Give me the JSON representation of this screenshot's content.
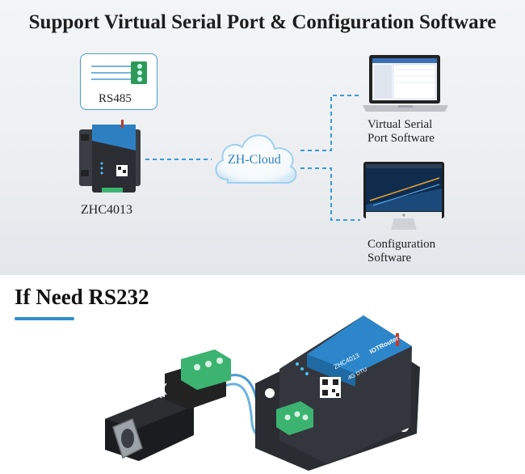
{
  "header": {
    "title": "Support Virtual Serial Port & Configuration Software"
  },
  "diagram": {
    "rs485_label": "RS485",
    "device_label": "ZHC4013",
    "cloud_label": "ZH-Cloud",
    "laptop_label_line1": "Virtual Serial",
    "laptop_label_line2": "Port Software",
    "desktop_label_line1": "Configuration",
    "desktop_label_line2": "Software"
  },
  "device_markings": {
    "brand": "IOTRouter",
    "model": "ZHC4013",
    "type": "4G DTU"
  },
  "section": {
    "title": "If Need RS232"
  },
  "colors": {
    "accent": "#2f8fce",
    "cable": "#4a9bd1",
    "terminal": "#3cb371",
    "device_body": "#2b2d33"
  }
}
